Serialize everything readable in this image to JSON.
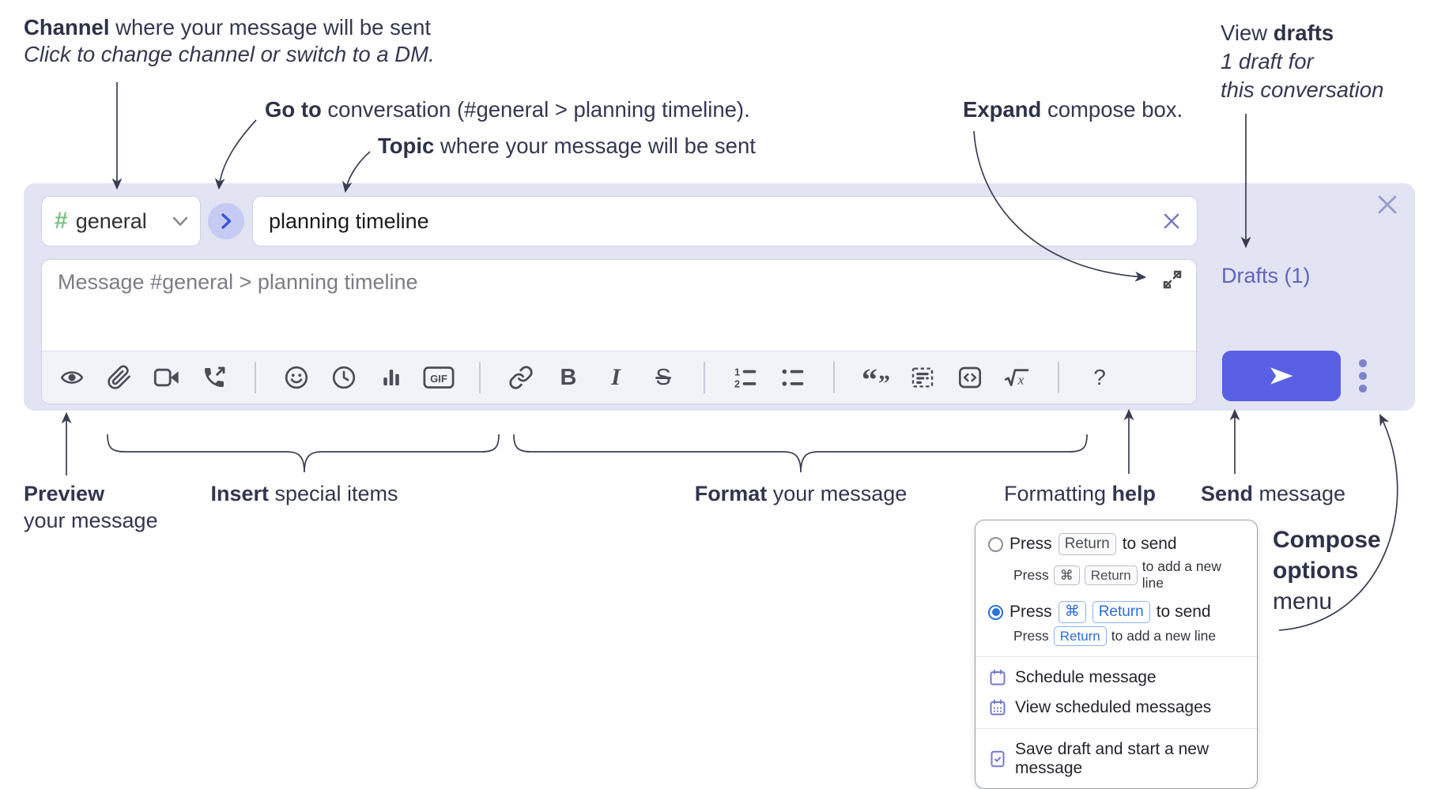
{
  "annotations": {
    "channel": {
      "bold": "Channel",
      "rest": " where your message will be sent",
      "sub": "Click to change channel or switch to a DM."
    },
    "goto": {
      "bold": "Go to",
      "rest": " conversation (#general > planning timeline)."
    },
    "topic": {
      "bold": "Topic",
      "rest": " where your message will be sent"
    },
    "expand": {
      "bold": "Expand",
      "rest": " compose box."
    },
    "view_drafts": {
      "line1_regular": "View ",
      "line1_bold": "drafts",
      "line2": "1 draft for",
      "line3": "this conversation"
    },
    "preview": {
      "bold": "Preview",
      "line2": "your message"
    },
    "insert": {
      "bold": "Insert",
      "rest": " special items"
    },
    "format": {
      "bold": "Format",
      "rest": " your message"
    },
    "formatting_help": {
      "regular": "Formatting ",
      "bold": "help"
    },
    "send": {
      "bold": "Send",
      "rest": " message"
    },
    "compose_options": {
      "bold1": "Compose",
      "bold2": "options",
      "regular": "menu"
    }
  },
  "compose_box": {
    "channel_picker": {
      "hash": "#",
      "label": "general"
    },
    "topic_input": {
      "value": "planning timeline"
    },
    "message_input": {
      "placeholder": "Message #general > planning timeline"
    },
    "drafts_link": "Drafts (1)",
    "toolbar": {
      "gif_label": "GIF",
      "bold_label": "B",
      "italic_label": "I",
      "strike_label": "S",
      "quote_open": "“",
      "quote_close": "”",
      "math_x": "x",
      "help_label": "?",
      "icons": [
        "eye",
        "paperclip",
        "video-camera",
        "phone-call",
        "divider",
        "smiley",
        "clock",
        "poll",
        "gif",
        "divider",
        "link",
        "bold",
        "italic",
        "strikethrough",
        "divider",
        "numbered-list",
        "bulleted-list",
        "divider",
        "quote",
        "spoiler",
        "code",
        "math",
        "divider",
        "help"
      ]
    }
  },
  "options_menu": {
    "r1": {
      "main": {
        "pre": "Press",
        "k1": "Return",
        "post": "to send"
      },
      "sub": {
        "pre": "Press",
        "k1": "⌘",
        "k2": "Return",
        "post": "to add a new line"
      }
    },
    "r2": {
      "main": {
        "pre": "Press",
        "k1": "⌘",
        "k2": "Return",
        "post": "to send"
      },
      "sub": {
        "pre": "Press",
        "k1": "Return",
        "post": "to add a new line"
      }
    },
    "items": [
      {
        "icon": "calendar-icon",
        "label": "Schedule message"
      },
      {
        "icon": "calendar-grid-icon",
        "label": "View scheduled messages"
      },
      {
        "icon": "save-draft-icon",
        "label": "Save draft and start a new message"
      }
    ]
  },
  "colors": {
    "compose_bg": "#e2e4f3",
    "send_button": "#5a60e4",
    "channel_hash_green": "#7cc388",
    "go_chevron_blue": "#3a55da",
    "drafts_link": "#5f65ba",
    "menu_accent_purple": "#7279ce",
    "selected_radio_blue": "#2b72d8",
    "annotation_text": "#32364e"
  }
}
